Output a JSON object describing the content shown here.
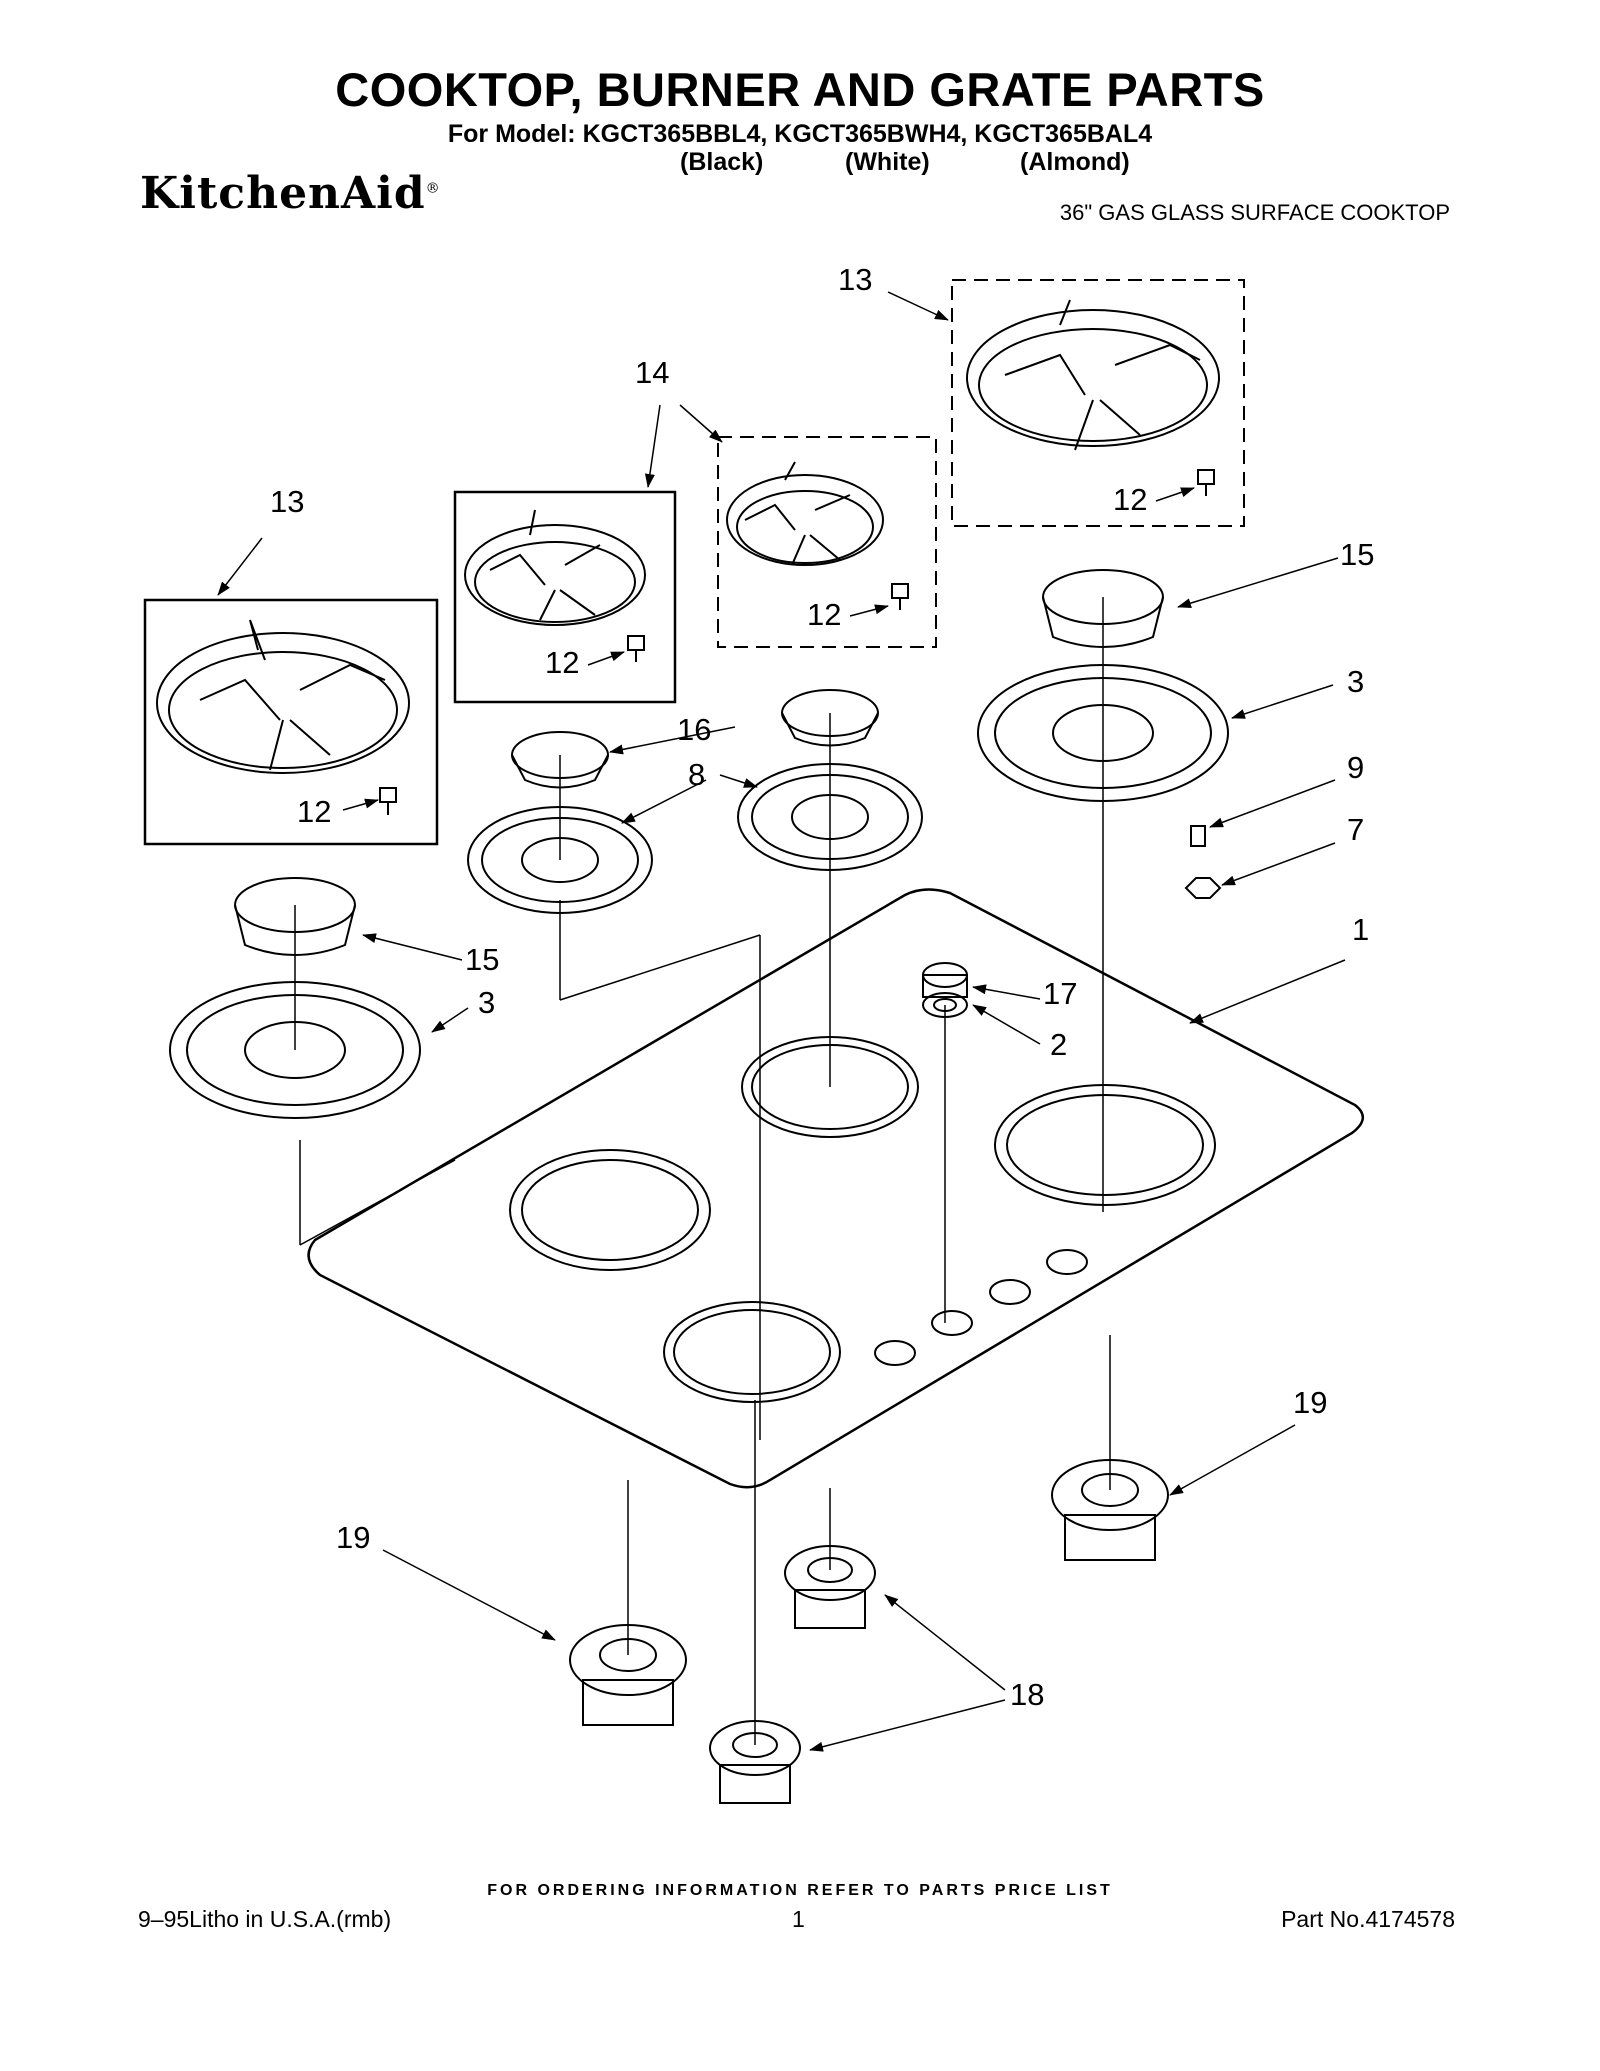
{
  "header": {
    "title": "COOKTOP, BURNER AND GRATE PARTS",
    "models_line": "For Model: KGCT365BBL4, KGCT365BWH4, KGCT365BAL4",
    "colors": [
      "(Black)",
      "(White)",
      "(Almond)"
    ],
    "brand": "KitchenAid",
    "brand_mark": "®",
    "product": "36\" GAS GLASS SURFACE COOKTOP"
  },
  "callouts": {
    "c13a": "13",
    "c13b": "13",
    "c14": "14",
    "c12a": "12",
    "c12b": "12",
    "c12c": "12",
    "c12d": "12",
    "c15a": "15",
    "c15b": "15",
    "c3a": "3",
    "c3b": "3",
    "c16": "16",
    "c8": "8",
    "c9": "9",
    "c7": "7",
    "c1": "1",
    "c17": "17",
    "c2": "2",
    "c19a": "19",
    "c19b": "19",
    "c18": "18"
  },
  "footer": {
    "order_note": "FOR ORDERING INFORMATION REFER TO PARTS PRICE LIST",
    "litho": "9–95Litho in U.S.A.(rmb)",
    "page": "1",
    "part_no": "Part No.4174578"
  }
}
